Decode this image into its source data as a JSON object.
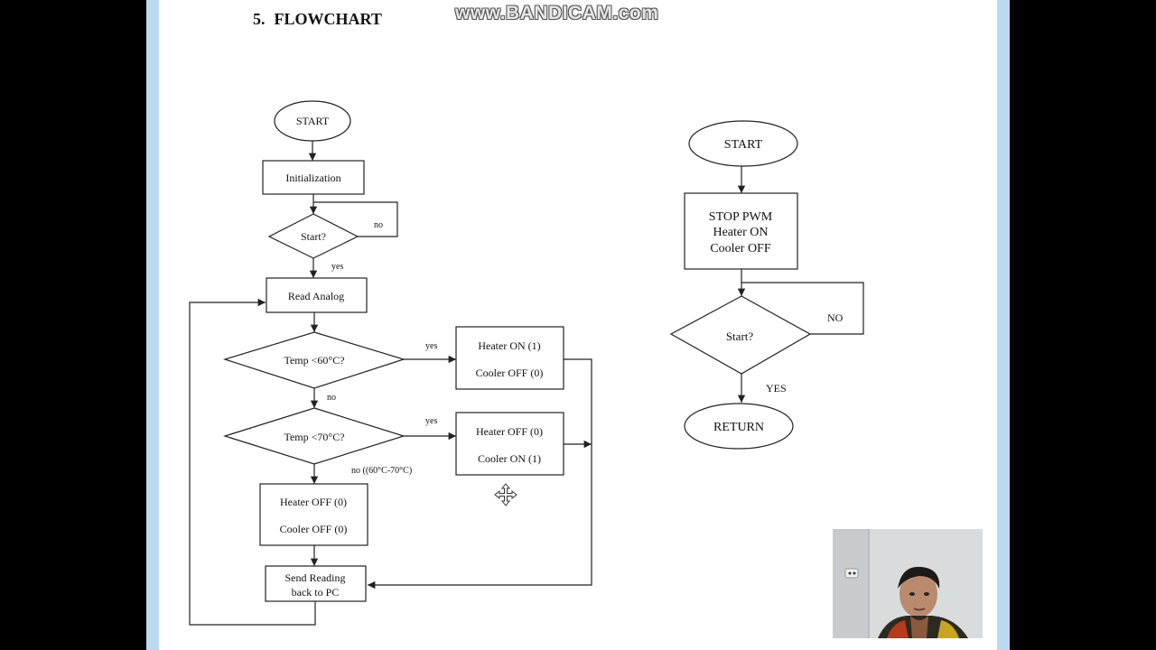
{
  "document": {
    "section_number": "5.",
    "section_title": "FLOWCHART"
  },
  "watermark": "www.BANDICAM.com",
  "flowchart_main": {
    "start": "START",
    "init": "Initialization",
    "decision_start": "Start?",
    "label_no_loop": "no",
    "label_yes": "yes",
    "read_analog": "Read Analog",
    "decision_temp1": "Temp <60°C?",
    "label_yes_temp1": "yes",
    "box_temp1": {
      "line1": "Heater ON (1)",
      "line2": "Cooler OFF (0)"
    },
    "label_no_temp1": "no",
    "decision_temp2": "Temp <70°C?",
    "label_yes_temp2": "yes",
    "box_temp2": {
      "line1": "Heater OFF (0)",
      "line2": "Cooler ON (1)"
    },
    "label_no_temp2": "no ((60°C-70°C)",
    "box_off": {
      "line1": "Heater OFF (0)",
      "line2": "Cooler OFF (0)"
    },
    "send_reading": {
      "line1": "Send Reading",
      "line2": "back to PC"
    }
  },
  "flowchart_interrupt": {
    "start": "START",
    "stop_box": {
      "line1": "STOP PWM",
      "line2": "Heater ON",
      "line3": "Cooler OFF"
    },
    "decision_start": "Start?",
    "label_no": "NO",
    "label_yes": "YES",
    "return": "RETURN"
  },
  "colors": {
    "line": "#222222",
    "page_background": "#ffffff",
    "page_border": "#bcd9f2"
  }
}
